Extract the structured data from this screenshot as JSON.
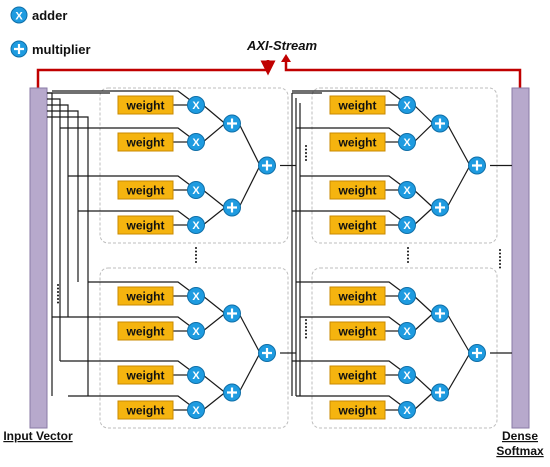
{
  "legend": {
    "adder_symbol": "X",
    "adder_label": "adder",
    "multiplier_label": "multiplier"
  },
  "bus": {
    "label": "AXI-Stream"
  },
  "input": {
    "label": "Input Vector"
  },
  "output": {
    "label_line1": "Dense",
    "label_line2": "Softmax"
  },
  "weight_label": "weight",
  "colors": {
    "bar": "#b7a9cc",
    "bar_edge": "#8a7aa6",
    "circle": "#1e9be0",
    "circle_edge": "#0f6fa8",
    "weight": "#f5b40f",
    "weight_edge": "#c98a00",
    "bus": "#c00000",
    "wire": "#1a1a1a",
    "box": "#bdbdbd"
  }
}
